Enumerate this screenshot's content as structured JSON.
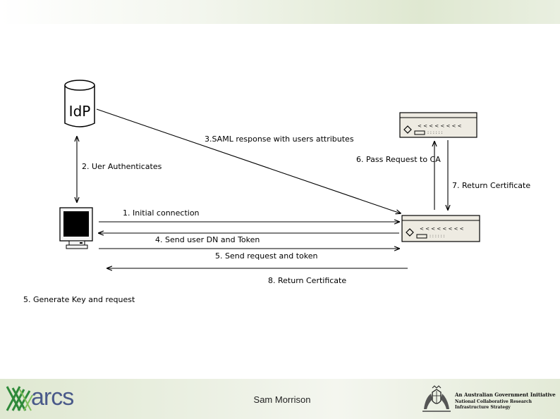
{
  "idp_label": "IdP",
  "steps": {
    "s1": "1. Initial connection",
    "s2": "2. Uer Authenticates",
    "s3": "3.SAML response with users attributes",
    "s4": "4. Send user DN and Token",
    "s5a": "5. Send request and token",
    "s5b": "5. Generate Key and request",
    "s6": "6. Pass Request to CA",
    "s7": "7. Return Certificate",
    "s8": "8. Return Certificate"
  },
  "footer": {
    "presenter": "Sam Morrison",
    "logo_text": "arcs",
    "gov_line1": "An Australian Government Initiative",
    "gov_line2": "National Collaborative Research",
    "gov_line3": "Infrastructure Strategy"
  }
}
